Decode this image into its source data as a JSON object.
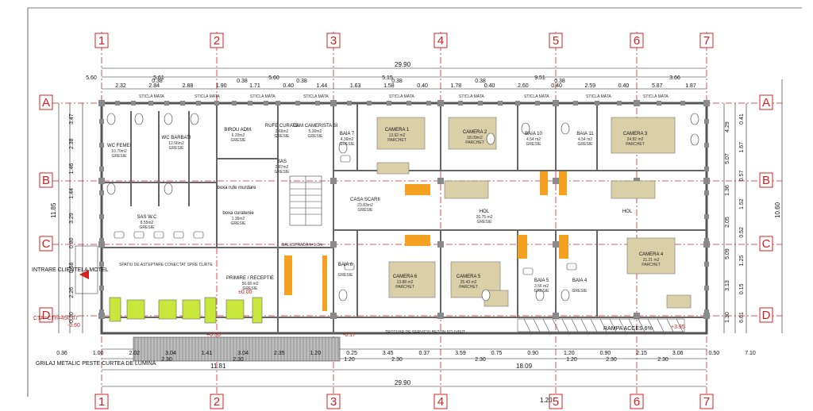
{
  "colors": {
    "axis": "#d42020",
    "wall": "#555555",
    "furniture_yellow": "#c8e63c",
    "stair_orange": "#f4a020",
    "bed_tan": "#d9d0a8"
  },
  "axes": {
    "vertical": [
      "1",
      "2",
      "3",
      "4",
      "5",
      "6",
      "7"
    ],
    "horizontal": [
      "A",
      "B",
      "C",
      "D"
    ]
  },
  "dims": {
    "overall_top": "29.90",
    "overall_bottom": "29.90",
    "bottom_mid": "18.09",
    "bottom_left": "11.81",
    "bottom_right": "1.20",
    "top_chain": [
      "5.60",
      "5.61",
      "5.60",
      "5.15",
      "9.51",
      "3.66"
    ],
    "top_small": [
      "2.32",
      "2.84",
      "2.88",
      "1.90",
      "1.71",
      "0.40",
      "1.44",
      "1.63",
      "1.58",
      "0.40",
      "1.78",
      "0.40",
      "2.60",
      "0.40",
      "2.59",
      "0.40",
      "5.87",
      "1.87"
    ],
    "top_tiny": [
      "0.38",
      "0.38",
      "0.38",
      "0.38",
      "0.38",
      "0.38"
    ],
    "bottom_chain1": [
      "0.36",
      "1.00",
      "2.02",
      "3.04",
      "1.41",
      "3.04",
      "2.35",
      "1.20",
      "0.25",
      "3.45",
      "0.37",
      "3.59",
      "0.75",
      "0.90",
      "1.20",
      "0.90",
      "2.15",
      "3.06",
      "0.50",
      "7.10"
    ],
    "bottom_chain2": [
      "2.30",
      "2.30",
      "1.20",
      "2.30",
      "2.30",
      "1.20",
      "2.30",
      "2.30"
    ],
    "left_outer": "11.85",
    "left_chain": [
      "3.47",
      "2.38",
      "1.46",
      "1.44",
      "3.29",
      "0.80",
      "0.58",
      "2.26",
      "0.30"
    ],
    "right_outer": "10.60",
    "right_chain": [
      "4.29",
      "5.07",
      "1.36",
      "2.05",
      "5.09",
      "3.13",
      "1.30"
    ],
    "right_small": [
      "0.41",
      "1.67",
      "0.57",
      "1.52",
      "0.52",
      "1.25",
      "0.15",
      "6.61"
    ]
  },
  "rooms": [
    {
      "name": "WC FEMEI",
      "area": "10.79m2",
      "floor": "GRESIE"
    },
    {
      "name": "WC BARBATI",
      "area": "12.56m2",
      "floor": "GRESIE"
    },
    {
      "name": "BIROU ADM.",
      "area": "6.20m2",
      "floor": "GRESIE"
    },
    {
      "name": "RUFE CURATE",
      "area": "2.66m2",
      "floor": "GRESIE"
    },
    {
      "name": "CAM CAMERISTA SI",
      "area": "5.30m2",
      "floor": "GRESIE"
    },
    {
      "name": "BAIA 7",
      "area": "4.36m2",
      "floor": "GRESIE"
    },
    {
      "name": "CAMERA 1",
      "area": "13.92 m2",
      "floor": "PARCHET"
    },
    {
      "name": "CAMERA 2",
      "area": "18.09m2",
      "floor": "PARCHET"
    },
    {
      "name": "BAIA 10",
      "area": "4.54 m2",
      "floor": "GRESIE"
    },
    {
      "name": "BAIA 11",
      "area": "4.54 m2",
      "floor": "GRESIE"
    },
    {
      "name": "CAMERA 3",
      "area": "24.82 m2",
      "floor": "PARCHET"
    },
    {
      "name": "SAS",
      "area": "2.87m2",
      "floor": "GRESIE"
    },
    {
      "name": "boxa rufe murdare",
      "area": "",
      "floor": ""
    },
    {
      "name": "SAS W.C",
      "area": "8.55m2",
      "floor": "GRESIE"
    },
    {
      "name": "boxa curatenie",
      "area": "1.36m2",
      "floor": "GRESIE"
    },
    {
      "name": "CASA SCARII",
      "area": "23.83m2",
      "floor": "GRESIE"
    },
    {
      "name": "HOL",
      "area": "20.75 m2",
      "floor": "GRESIE"
    },
    {
      "name": "HOL",
      "area": "",
      "floor": ""
    },
    {
      "name": "PRIMIRE / RECEPTIE",
      "area": "56.68 m2",
      "floor": "GRESIE"
    },
    {
      "name": "BAIA 6",
      "area": "",
      "floor": "GRESIE"
    },
    {
      "name": "CAMERA 6",
      "area": "13.88 m2",
      "floor": "PARCHET"
    },
    {
      "name": "CAMERA 5",
      "area": "25.43 m2",
      "floor": "PARCHET"
    },
    {
      "name": "BAIA 5",
      "area": "3.56 m2",
      "floor": "GRESIE"
    },
    {
      "name": "BAIA 4",
      "area": "",
      "floor": "GRESIE"
    },
    {
      "name": "CAMERA 4",
      "area": "21.21 m2",
      "floor": "PARCHET"
    }
  ],
  "labels": {
    "entry": "INTRARE CLIENTELA MOTEL",
    "grid_note": "GRILAJ METALIC PESTE CURTEA DE LUMINA",
    "cta": "CTA=CTn=450.07",
    "cta_level": "-0.60",
    "level_zero": "±0.00",
    "sticla_mata": "STICLA MATA",
    "ramp": "RAMPA ACCES 6%",
    "trotuar": "TROTUAR DE SERVICIU BETON SCLIVISIT",
    "balustrada": "BALUSTRADA h=1.0m",
    "lobby_note": "SPATIU DE ASTEPTARE CONECTAT SPRE CURTE",
    "level_3": "+3.95",
    "cota_1": "-0.17",
    "cota_2": "+0.30"
  }
}
